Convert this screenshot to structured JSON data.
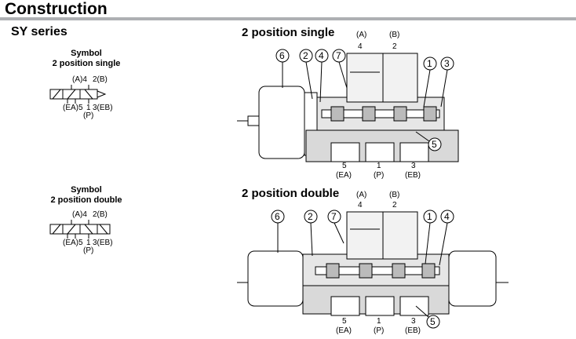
{
  "header": {
    "title": "Construction"
  },
  "series": "SY series",
  "symbols": [
    {
      "heading": "Symbol",
      "subtitle": "2 position single",
      "ports": {
        "a": "(A)4",
        "b": "2(B)",
        "ea": "(EA)5",
        "p_num": "1",
        "eb": "3(EB)",
        "p": "(P)"
      }
    },
    {
      "heading": "Symbol",
      "subtitle": "2 position double",
      "ports": {
        "a": "(A)4",
        "b": "2(B)",
        "ea": "(EA)5",
        "p_num": "1",
        "eb": "3(EB)",
        "p": "(P)"
      }
    }
  ],
  "sections": [
    {
      "title": "2 position single",
      "port_top": {
        "a_label": "(A)",
        "a_num": "4",
        "b_label": "(B)",
        "b_num": "2"
      },
      "port_bottom": {
        "ea_num": "5",
        "ea_label": "(EA)",
        "p_num": "1",
        "p_label": "(P)",
        "eb_num": "3",
        "eb_label": "(EB)"
      },
      "callouts": [
        "6",
        "2",
        "4",
        "7",
        "1",
        "3",
        "5"
      ]
    },
    {
      "title": "2 position double",
      "port_top": {
        "a_label": "(A)",
        "a_num": "4",
        "b_label": "(B)",
        "b_num": "2"
      },
      "port_bottom": {
        "ea_num": "5",
        "ea_label": "(EA)",
        "p_num": "1",
        "p_label": "(P)",
        "eb_num": "3",
        "eb_label": "(EB)"
      },
      "callouts": [
        "6",
        "2",
        "7",
        "1",
        "4",
        "5"
      ]
    }
  ]
}
